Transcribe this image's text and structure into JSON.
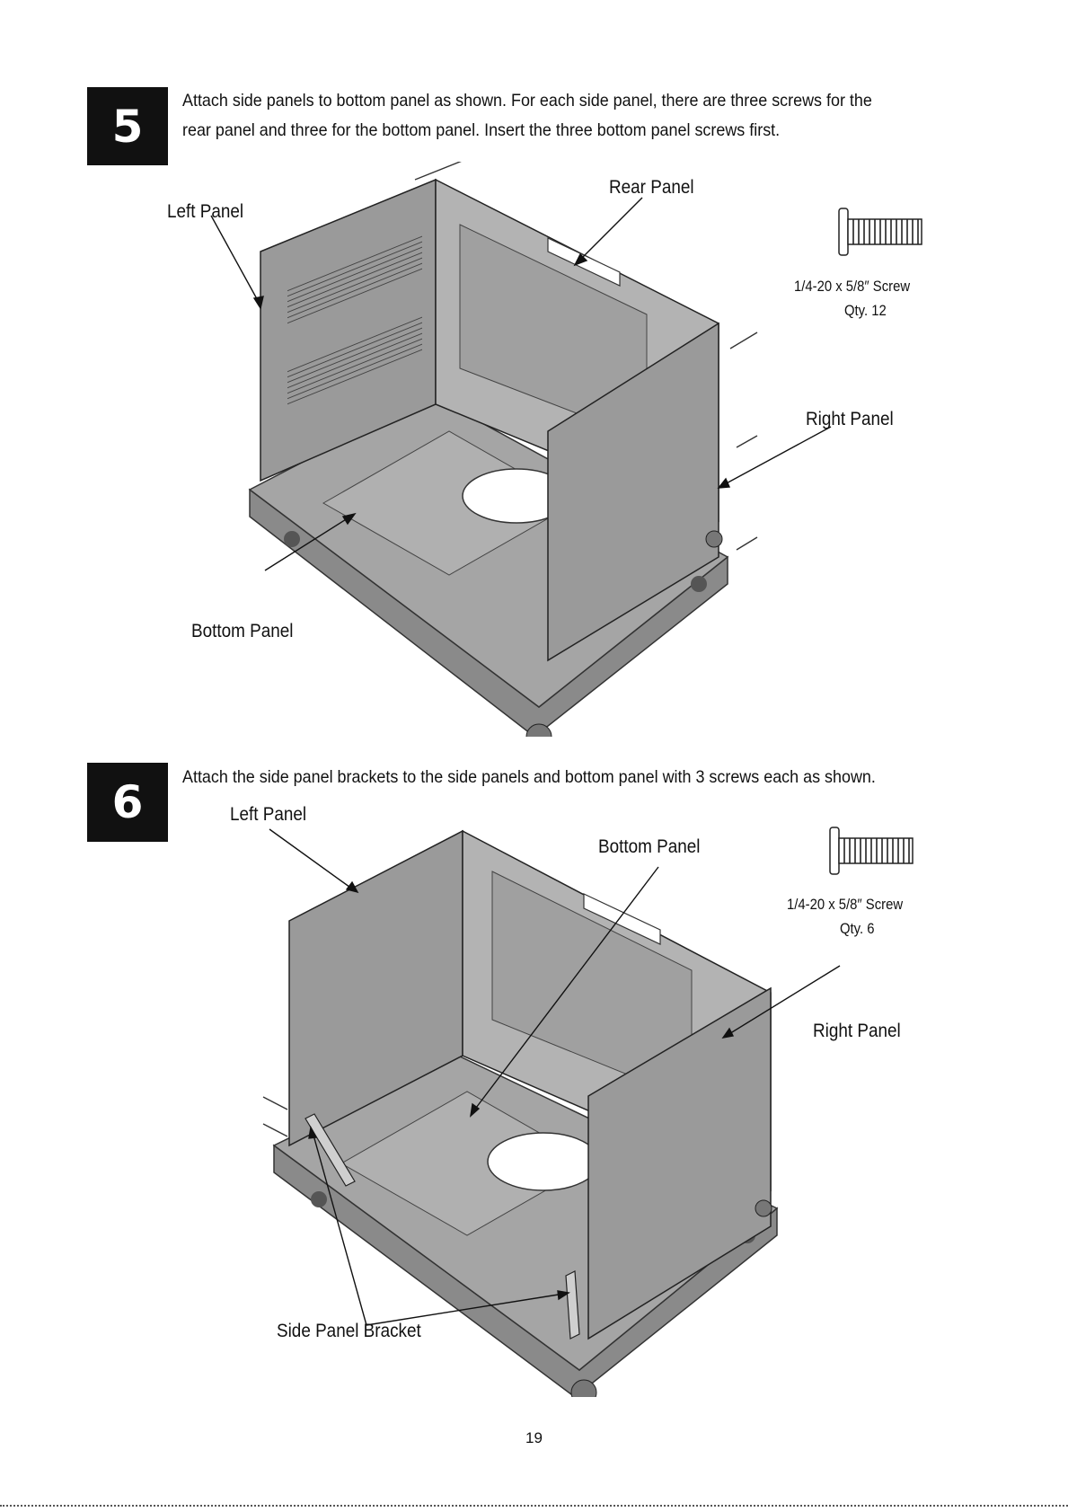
{
  "steps": [
    {
      "number": "5",
      "instruction_lines": [
        "Attach side panels to bottom panel as shown. For each side panel, there are three screws for the",
        "rear panel and three for the bottom panel. Insert the three bottom panel screws first."
      ],
      "labels": {
        "left_panel": "Left Panel",
        "rear_panel": "Rear Panel",
        "right_panel": "Right Panel",
        "bottom_panel": "Bottom Panel"
      },
      "screw": {
        "spec": "1/4-20 x 5/8″  Screw",
        "qty": "Qty. 12",
        "icon": "screw-icon"
      }
    },
    {
      "number": "6",
      "instruction_lines": [
        "Attach the side panel brackets to the side panels and bottom panel with 3 screws each as shown."
      ],
      "labels": {
        "left_panel": "Left Panel",
        "bottom_panel": "Bottom Panel",
        "right_panel": "Right Panel",
        "side_panel_bracket": "Side Panel Bracket"
      },
      "screw": {
        "spec": "1/4-20 x 5/8″  Screw",
        "qty": "Qty. 6",
        "icon": "screw-icon"
      }
    }
  ],
  "page_number": "19",
  "colors": {
    "badge": "#111111",
    "panel_fill": "#9a9a9a",
    "panel_dark": "#6f6f6f",
    "panel_light": "#bdbdbd"
  }
}
